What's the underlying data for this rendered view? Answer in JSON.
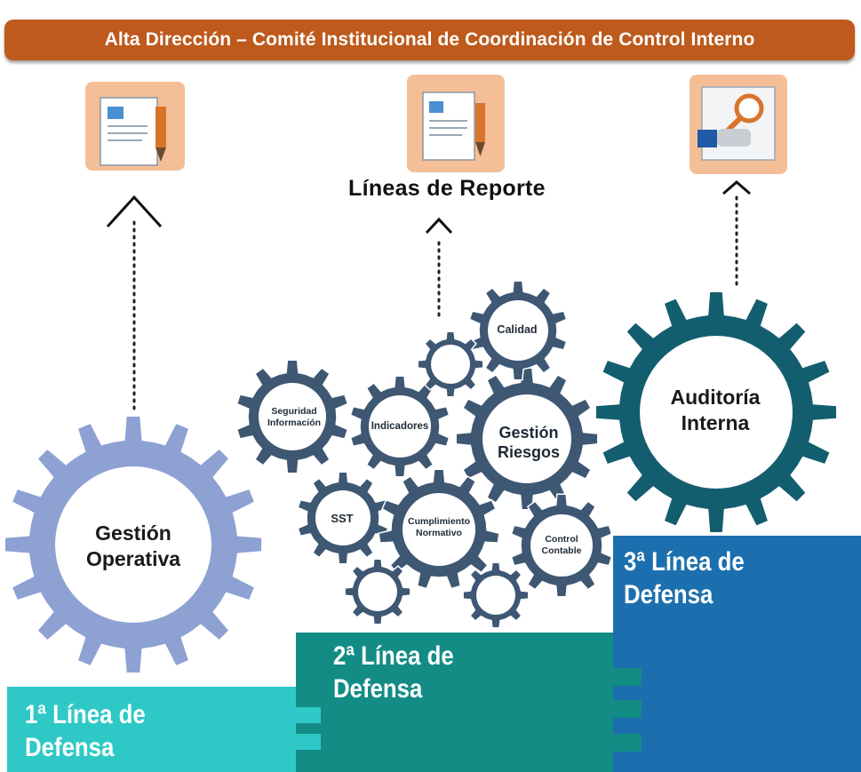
{
  "header": {
    "title": "Alta Dirección – Comité Institucional de Coordinación de Control Interno"
  },
  "reporting": {
    "title": "Líneas de Reporte"
  },
  "gears": {
    "operativa": {
      "line1": "Gestión",
      "line2": "Operativa"
    },
    "auditoria": {
      "line1": "Auditoría",
      "line2": "Interna"
    },
    "riesgos": {
      "line1": "Gestión",
      "line2": "Riesgos"
    },
    "seguridad": {
      "line1": "Seguridad",
      "line2": "Información"
    },
    "indicadores": {
      "line1": "Indicadores"
    },
    "calidad": {
      "line1": "Calidad"
    },
    "sst": {
      "line1": "SST"
    },
    "cumplimiento": {
      "line1": "Cumplimiento",
      "line2": "Normativo"
    },
    "contable": {
      "line1": "Control",
      "line2": "Contable"
    }
  },
  "lines": {
    "first": {
      "line1": "1ª Línea de",
      "line2": "Defensa"
    },
    "second": {
      "line1": "2ª Línea de",
      "line2": "Defensa"
    },
    "third": {
      "line1": "3ª Línea de",
      "line2": "Defensa"
    }
  },
  "colors": {
    "header": "#bd5a1c",
    "first_line": "#2ec9c7",
    "second_line": "#128c85",
    "third_line": "#1c6fae",
    "gear_operativa": "#8ea1d3",
    "gear_auditoria": "#135e6e",
    "gear_second_line": "#3e5773",
    "icon_box": "#f4bf97"
  },
  "icons": [
    "document-pen-icon",
    "document-pen-icon",
    "magnifier-hand-icon"
  ]
}
